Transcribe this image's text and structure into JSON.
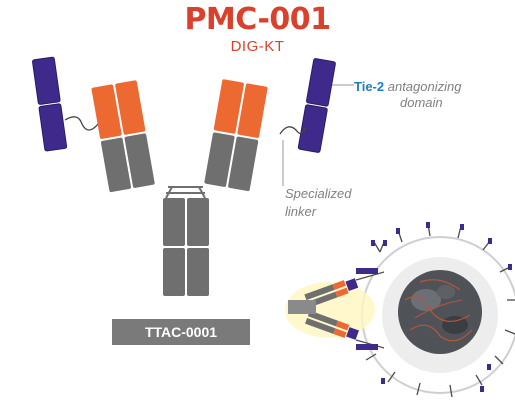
{
  "header": {
    "title": "PMC-001",
    "subtitle": "DIG-KT"
  },
  "labels": {
    "tie2_prefix": "Tie-2",
    "tie2_rest": "antagonizing",
    "tie2_line2": "domain",
    "linker_line1": "Specialized",
    "linker_line2": "linker",
    "antibody_name": "TTAC-0001"
  },
  "colors": {
    "title_red": "#d9412c",
    "tie2_blue": "#1f7fb8",
    "domain_purple": "#3f2a8c",
    "fab_orange": "#ec6a32",
    "constant_gray": "#6f6f6f",
    "label_gray": "#808080"
  }
}
